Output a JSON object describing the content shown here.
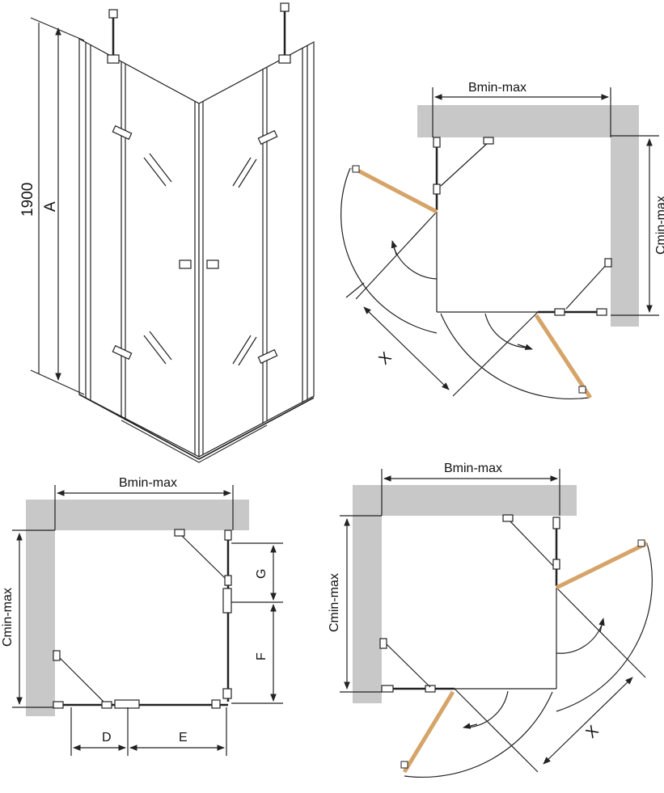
{
  "colors": {
    "wall": "#c8c8c8",
    "line": "#222222",
    "door": "#d6a468",
    "fitting": "#cfcfcf"
  },
  "iso": {
    "height_value": "1900",
    "height_letter": "A"
  },
  "plan_top_right": {
    "width_label": "Bmin-max",
    "depth_label": "Cmin-max",
    "swing_label": "X"
  },
  "plan_bottom_left": {
    "width_label": "Bmin-max",
    "depth_label": "Cmin-max",
    "label_d": "D",
    "label_e": "E",
    "label_f": "F",
    "label_g": "G"
  },
  "plan_bottom_right": {
    "width_label": "Bmin-max",
    "depth_label": "Cmin-max",
    "swing_label": "X"
  }
}
